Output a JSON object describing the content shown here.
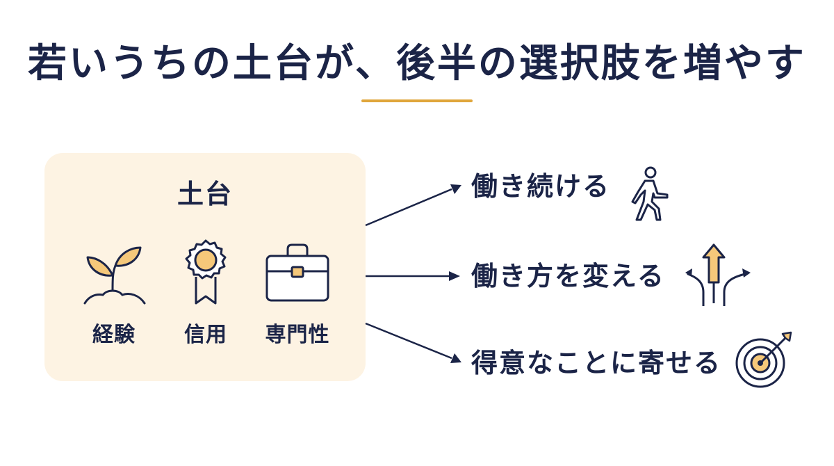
{
  "title": "若いうちの土台が、後半の選択肢を増やす",
  "foundation": {
    "title": "土台",
    "pillars": [
      {
        "label": "経験",
        "icon": "sprout-icon"
      },
      {
        "label": "信用",
        "icon": "award-ribbon-icon"
      },
      {
        "label": "専門性",
        "icon": "briefcase-icon"
      }
    ]
  },
  "options": [
    {
      "label": "働き続ける",
      "icon": "walking-person-icon"
    },
    {
      "label": "働き方を変える",
      "icon": "branching-arrows-icon"
    },
    {
      "label": "得意なことに寄せる",
      "icon": "target-icon"
    }
  ],
  "colors": {
    "navy": "#1b2447",
    "accent": "#e0a63b",
    "icon_fill": "#f5c87a",
    "box_background": "#fdf3e3"
  }
}
